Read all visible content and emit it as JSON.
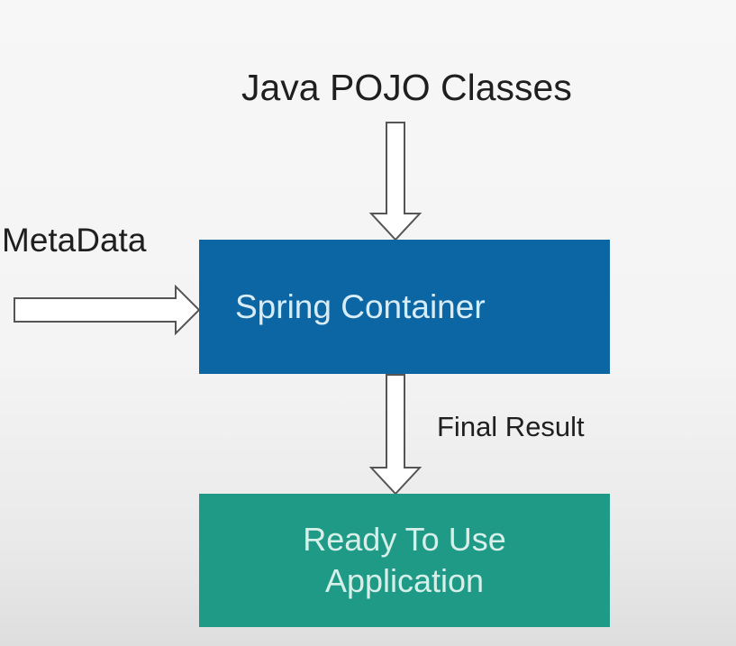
{
  "diagram": {
    "input_top": "Java POJO Classes",
    "input_left": "MetaData",
    "container": "Spring Container",
    "edge_label": "Final Result",
    "output_line1": "Ready To Use",
    "output_line2": "Application"
  },
  "colors": {
    "container_fill": "#0b66a3",
    "output_fill": "#1f9a87",
    "arrow_fill": "#ffffff",
    "arrow_stroke": "#555555",
    "text": "#1f1f1f"
  }
}
